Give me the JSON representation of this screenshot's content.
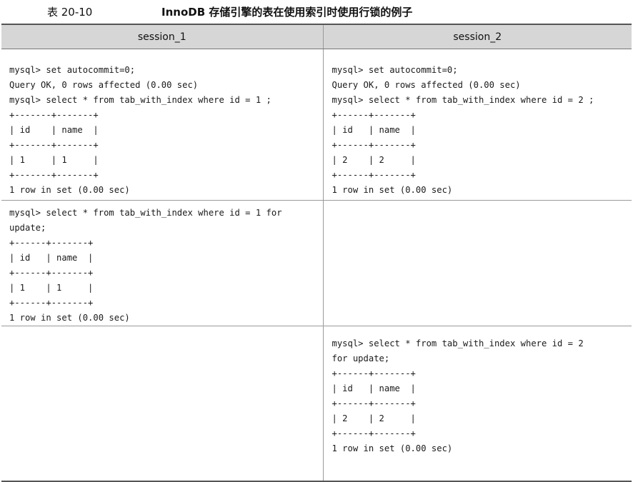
{
  "caption": {
    "number": "表 20-10",
    "title": "InnoDB 存储引擎的表在使用索引时使用行锁的例子"
  },
  "table": {
    "headers": [
      "session_1",
      "session_2"
    ],
    "rows": [
      {
        "session_1": "mysql> set autocommit=0;\nQuery OK, 0 rows affected (0.00 sec)\nmysql> select * from tab_with_index where id = 1 ;\n+-------+-------+\n| id    | name  |\n+-------+-------+\n| 1     | 1     |\n+-------+-------+\n1 row in set (0.00 sec)",
        "session_2": "mysql> set autocommit=0;\nQuery OK, 0 rows affected (0.00 sec)\nmysql> select * from tab_with_index where id = 2 ;\n+------+-------+\n| id   | name  |\n+------+-------+\n| 2    | 2     |\n+------+-------+\n1 row in set (0.00 sec)"
      },
      {
        "session_1": "mysql> select * from tab_with_index where id = 1 for\nupdate;\n+------+-------+\n| id   | name  |\n+------+-------+\n| 1    | 1     |\n+------+-------+\n1 row in set (0.00 sec)",
        "session_2": ""
      },
      {
        "session_1": "",
        "session_2": "mysql> select * from tab_with_index where id = 2\nfor update;\n+------+-------+\n| id   | name  |\n+------+-------+\n| 2    | 2     |\n+------+-------+\n1 row in set (0.00 sec)"
      }
    ]
  }
}
